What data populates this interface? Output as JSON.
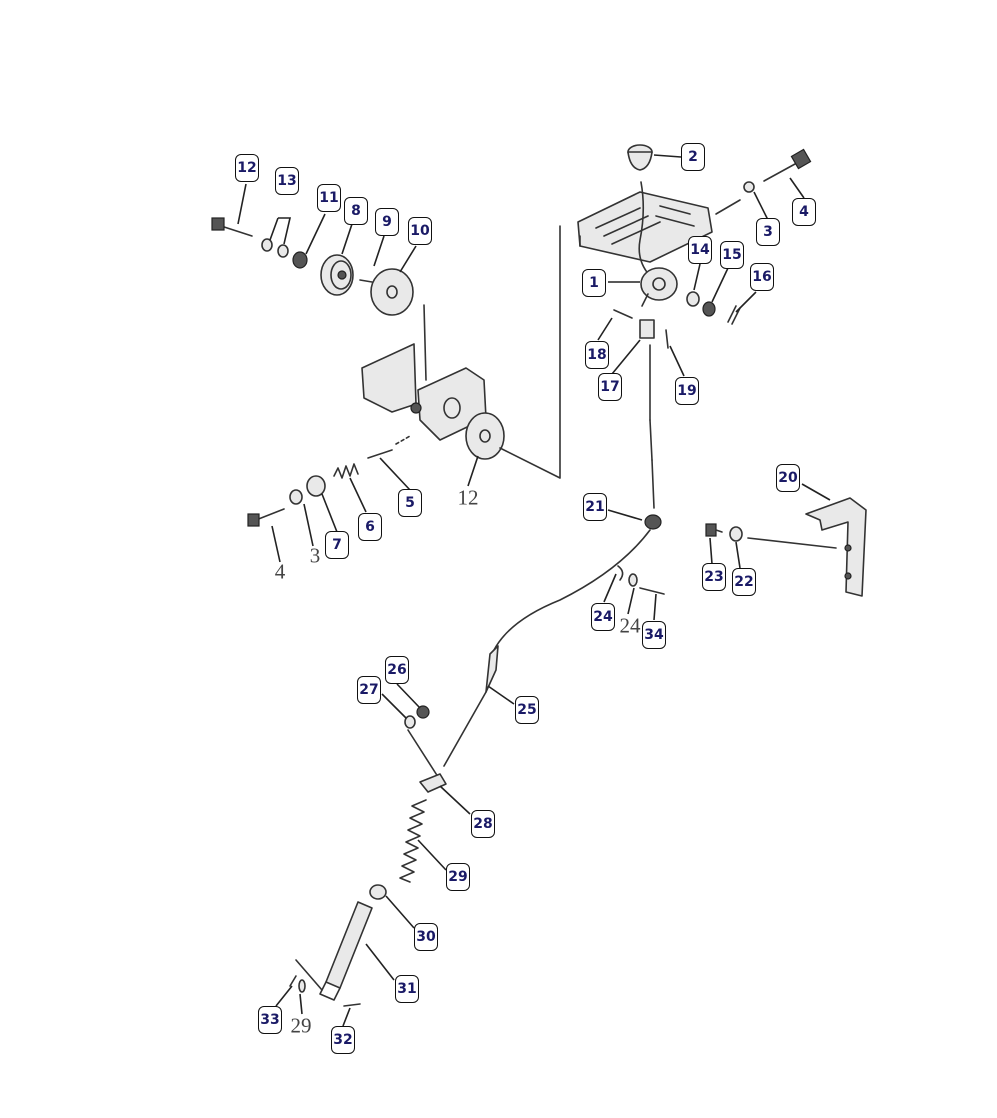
{
  "callouts": {
    "c1": "1",
    "c2": "2",
    "c3": "3",
    "c4": "4",
    "c5": "5",
    "c6": "6",
    "c7": "7",
    "c8": "8",
    "c9": "9",
    "c10": "10",
    "c11": "11",
    "c12": "12",
    "c13": "13",
    "c14": "14",
    "c15": "15",
    "c16": "16",
    "c17": "17",
    "c18": "18",
    "c19": "19",
    "c20": "20",
    "c21": "21",
    "c22": "22",
    "c23": "23",
    "c24": "24",
    "c25": "25",
    "c26": "26",
    "c27": "27",
    "c28": "28",
    "c29": "29",
    "c30": "30",
    "c31": "31",
    "c32": "32",
    "c33": "33",
    "c34": "34"
  },
  "plain_labels": {
    "p12": "12",
    "p3": "3",
    "p4": "4",
    "p24": "24",
    "p29": "29"
  }
}
